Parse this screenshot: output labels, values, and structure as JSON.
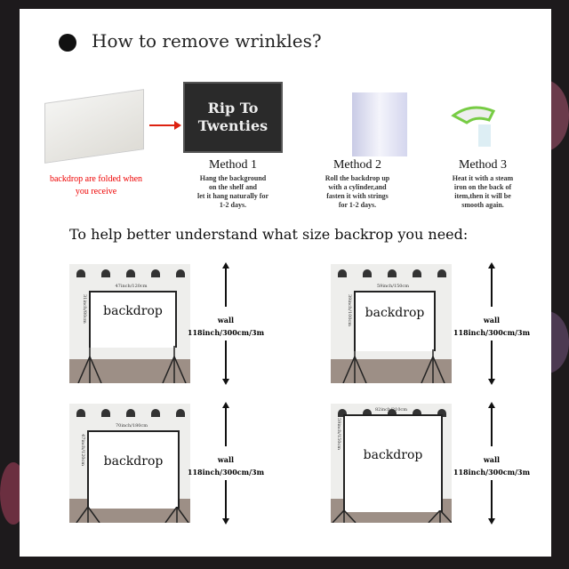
{
  "title": "How to remove wrinkles?",
  "folded_note": "backdrop are folded when you receive",
  "sign_text": "Rip To Twenties",
  "methods": [
    {
      "heading": "Method 1",
      "desc": "Hang the background\non the shelf and\nlet it hang naturally for\n1-2 days."
    },
    {
      "heading": "Method 2",
      "desc": "Roll the backdrop up\nwith a cylinder,and\nfasten it with strings\nfor 1-2 days."
    },
    {
      "heading": "Method 3",
      "desc": "Heat it with a steam\niron on the back of\nitem,then it will be\nsmooth again."
    }
  ],
  "subtitle": "To help better understand what size backrop you need:",
  "diagrams": [
    {
      "label": "backdrop",
      "width": "47inch/120cm",
      "height": "31inch/80cm",
      "wall": "wall",
      "wall_size": "118inch/300cm/3m"
    },
    {
      "label": "backdrop",
      "width": "59inch/150cm",
      "height": "39inch/100cm",
      "wall": "wall",
      "wall_size": "118inch/300cm/3m"
    },
    {
      "label": "backdrop",
      "width": "70inch/180cm",
      "height": "47inch/120cm",
      "wall": "wall",
      "wall_size": "118inch/300cm/3m"
    },
    {
      "label": "backdrop",
      "width": "82inch/210cm",
      "height": "59inch/150cm",
      "wall": "wall",
      "wall_size": "118inch/300cm/3m"
    }
  ]
}
